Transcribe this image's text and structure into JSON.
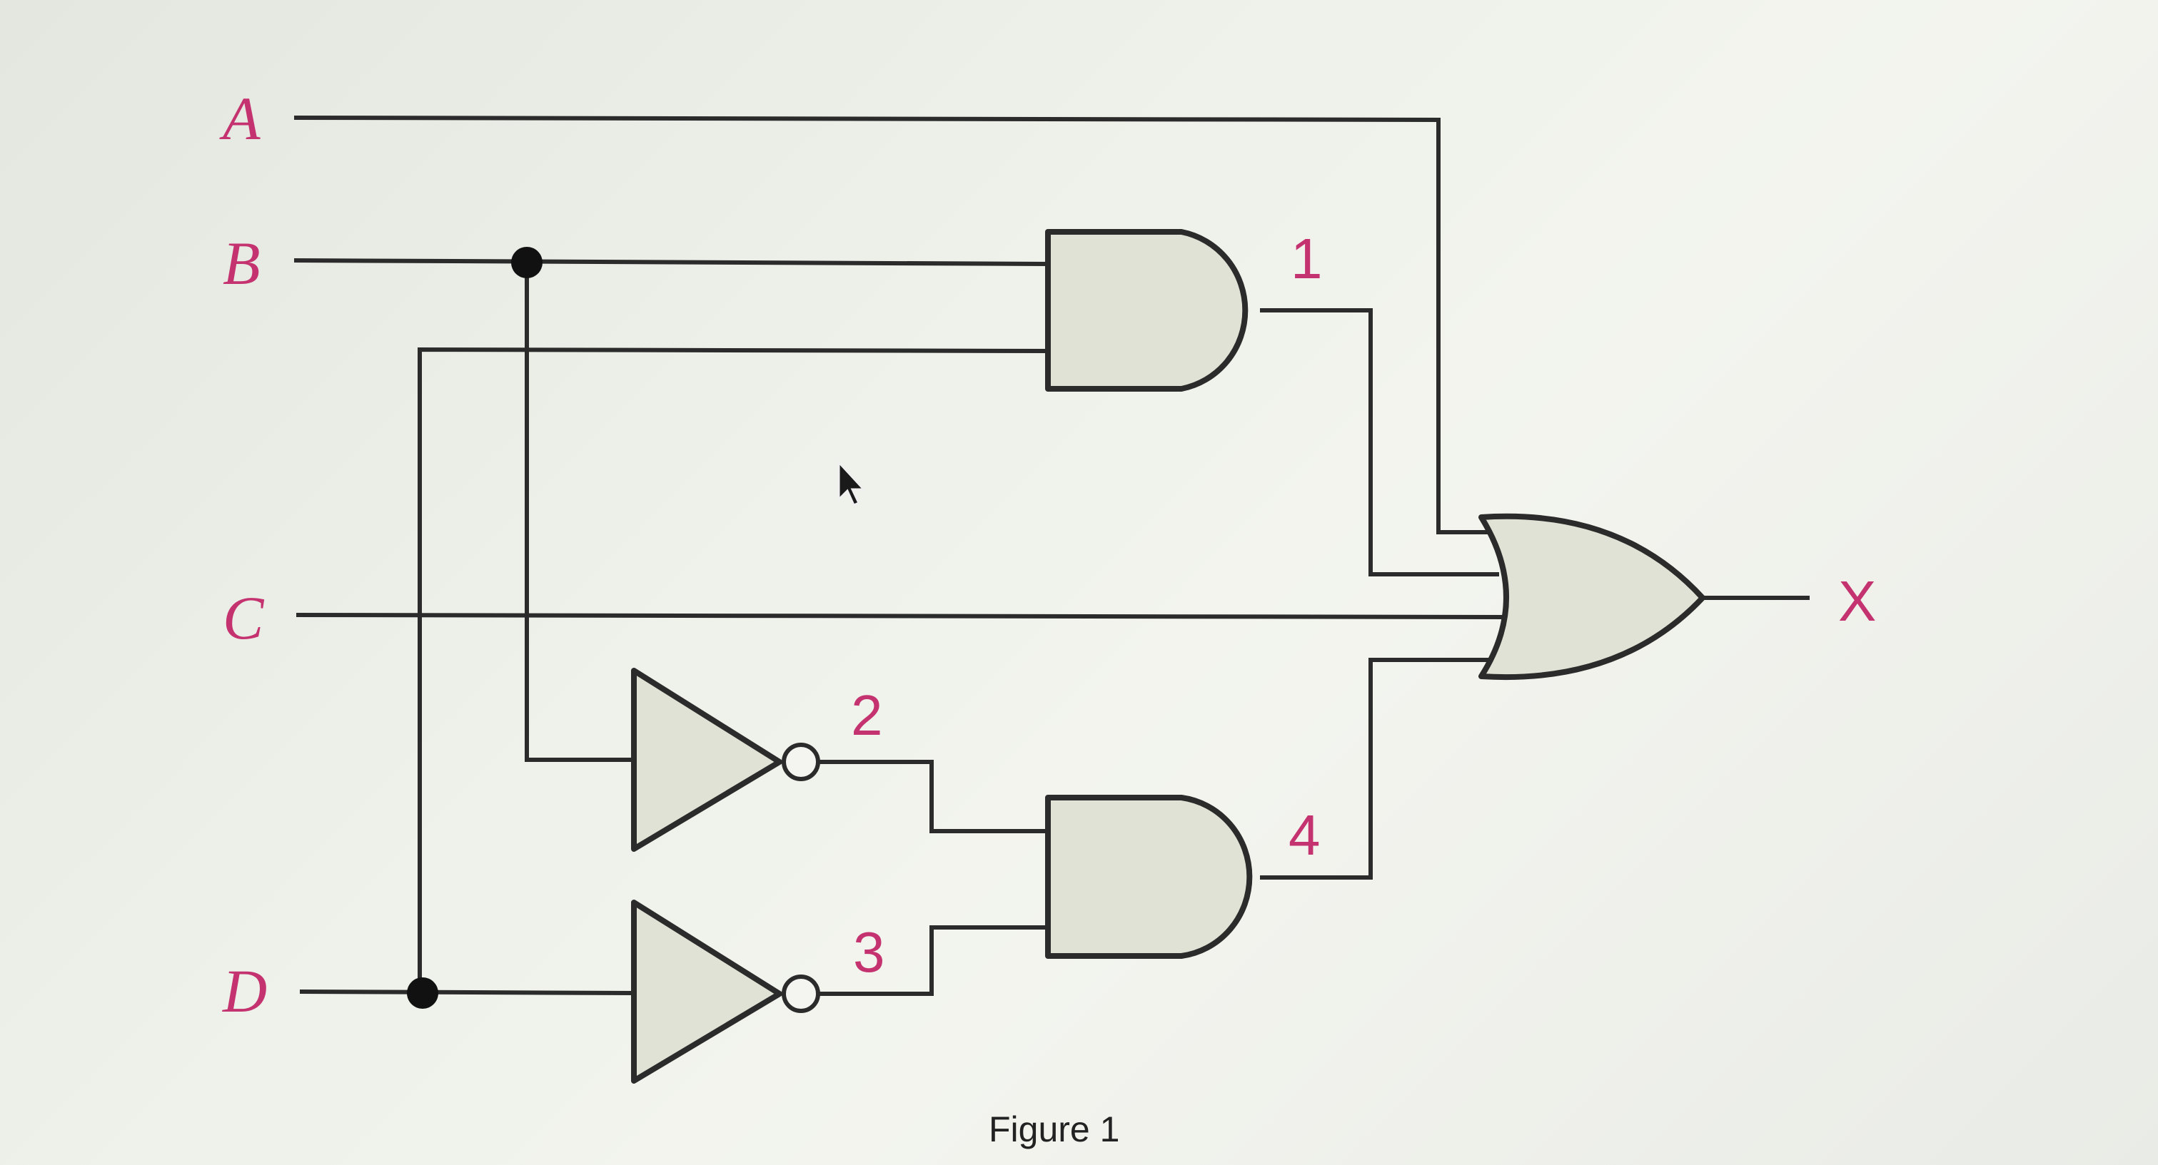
{
  "inputs": {
    "a": "A",
    "b": "B",
    "c": "C",
    "d": "D"
  },
  "output": "X",
  "gate_numbers": {
    "g1": "1",
    "g2": "2",
    "g3": "3",
    "g4": "4"
  },
  "caption": "Figure 1",
  "colors": {
    "label": "#c4326f",
    "wire": "#2b2b2b",
    "gate_fill": "#dfe2d4"
  },
  "icons": {
    "cursor": "mouse-pointer-icon"
  }
}
